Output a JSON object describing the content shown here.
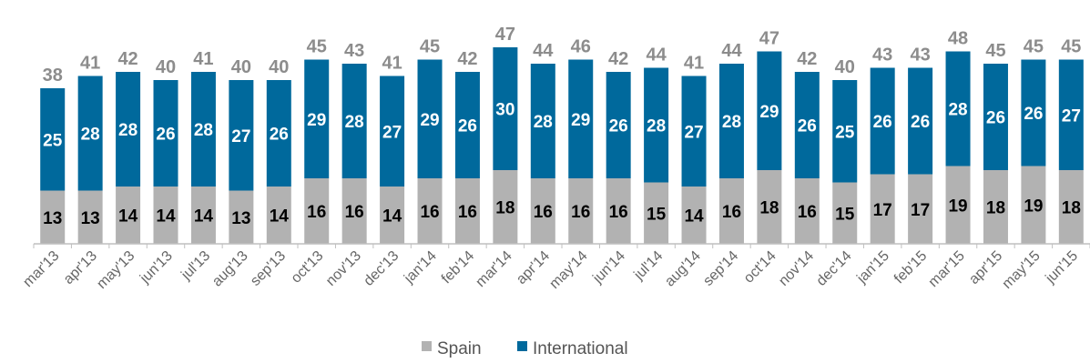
{
  "colors": {
    "spain": "#b2b2b2",
    "international": "#00699c",
    "axis": "#bfbfbf",
    "total": "#8c8c8c"
  },
  "chart_data": {
    "type": "bar",
    "stacked": true,
    "title": "",
    "xlabel": "",
    "ylabel": "",
    "legend_position": "bottom",
    "grid": false,
    "ylim": [
      0,
      50
    ],
    "categories": [
      "mar'13",
      "apr'13",
      "may'13",
      "jun'13",
      "jul'13",
      "aug'13",
      "sep'13",
      "oct'13",
      "nov'13",
      "dec'13",
      "jan'14",
      "feb'14",
      "mar'14",
      "apr'14",
      "may'14",
      "jun'14",
      "jul'14",
      "aug'14",
      "sep'14",
      "oct'14",
      "nov'14",
      "dec'14",
      "jan'15",
      "feb'15",
      "mar'15",
      "apr'15",
      "may'15",
      "jun'15"
    ],
    "series": [
      {
        "name": "Spain",
        "values": [
          13,
          13,
          14,
          14,
          14,
          13,
          14,
          16,
          16,
          14,
          16,
          16,
          18,
          16,
          16,
          16,
          15,
          14,
          16,
          18,
          16,
          15,
          17,
          17,
          19,
          18,
          19,
          18
        ]
      },
      {
        "name": "International",
        "values": [
          25,
          28,
          28,
          26,
          28,
          27,
          26,
          29,
          28,
          27,
          29,
          26,
          30,
          28,
          29,
          26,
          28,
          27,
          28,
          29,
          26,
          25,
          26,
          26,
          28,
          26,
          26,
          27
        ]
      }
    ],
    "totals": [
      38,
      41,
      42,
      40,
      41,
      40,
      40,
      45,
      43,
      41,
      45,
      42,
      47,
      44,
      46,
      42,
      44,
      41,
      44,
      47,
      42,
      40,
      43,
      43,
      48,
      45,
      45,
      45
    ]
  }
}
